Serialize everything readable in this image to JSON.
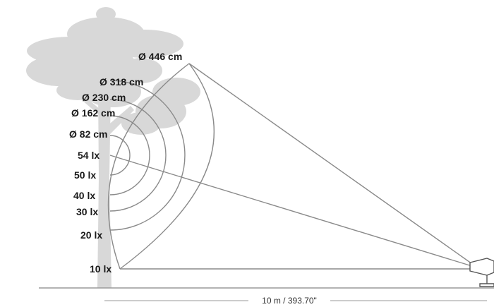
{
  "diameters": [
    "Ø 446 cm",
    "Ø 318 cm",
    "Ø 230 cm",
    "Ø 162 cm",
    "Ø 82 cm"
  ],
  "illuminance": [
    "54 lx",
    "50 lx",
    "40 lx",
    "30 lx",
    "20 lx",
    "10 lx"
  ],
  "distance": "10 m / 393.70\"",
  "colors": {
    "tree": "#d6d6d6",
    "lines": "#8a8a8a",
    "ground": "#9a9a9a",
    "text": "#1a1a1a"
  }
}
